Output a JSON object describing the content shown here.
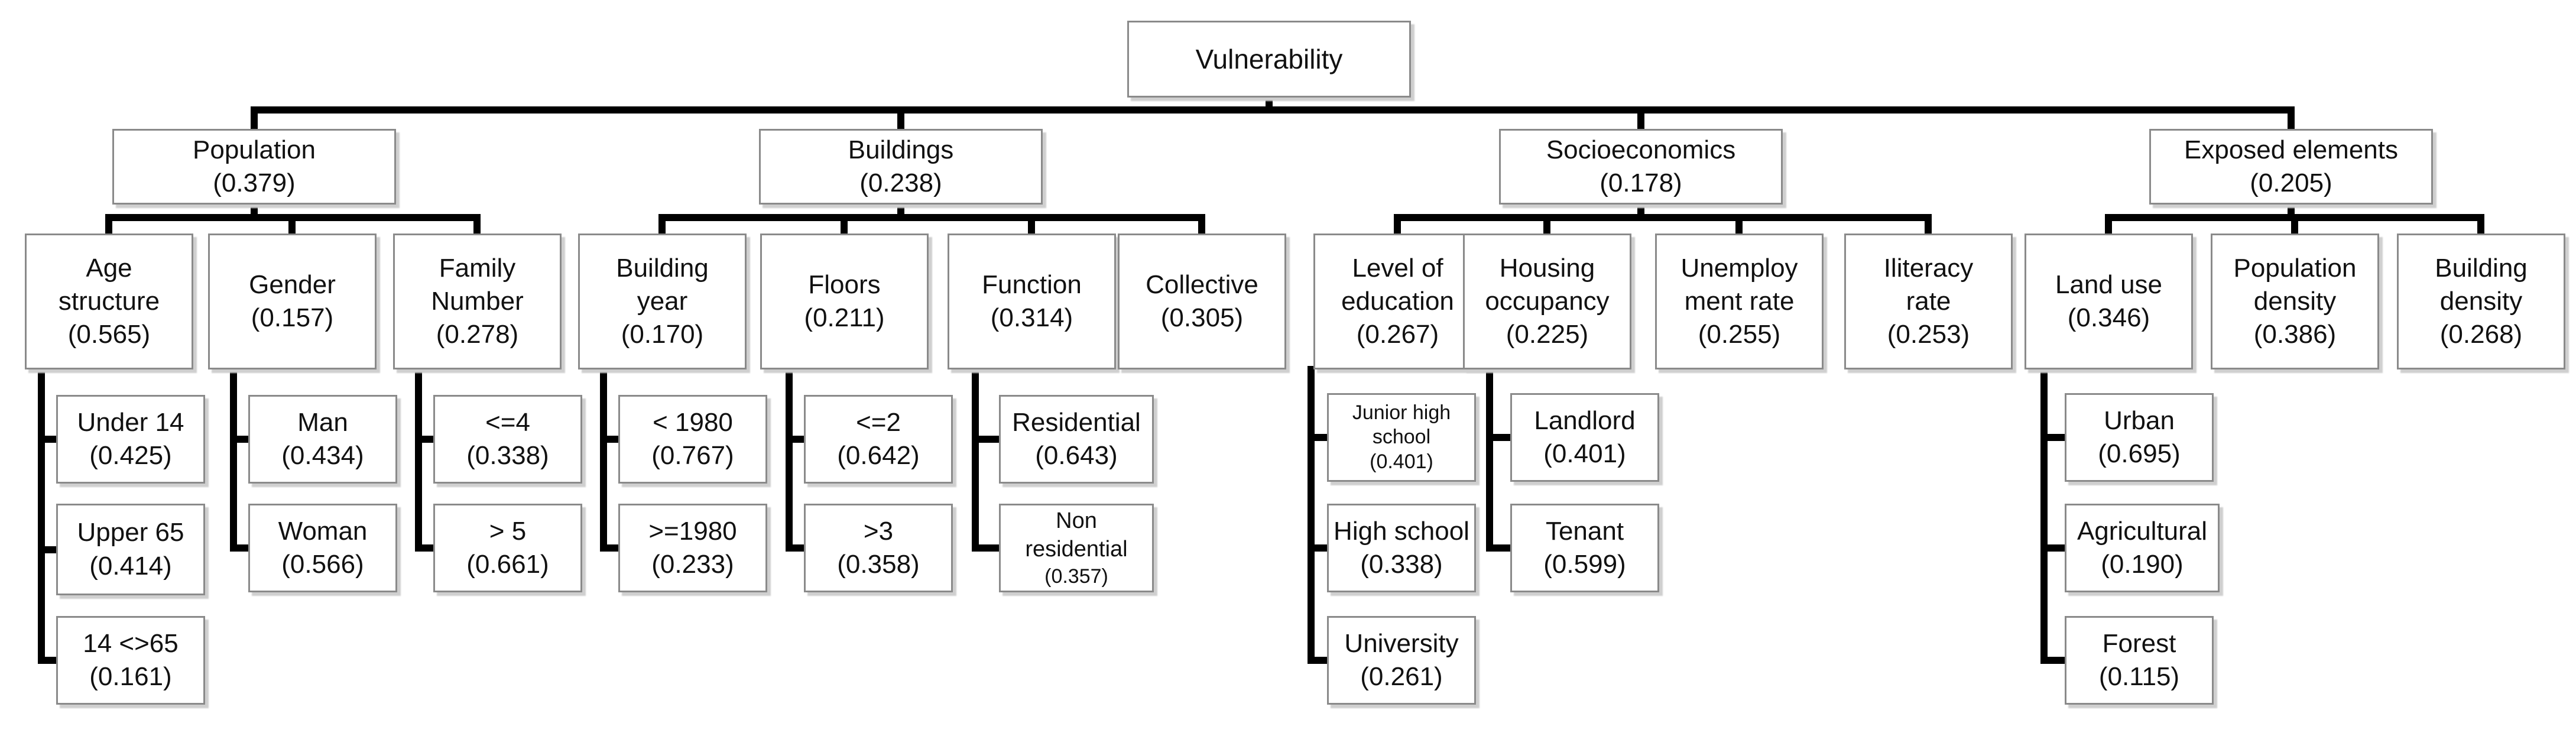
{
  "diagram": {
    "line_color": "#000000",
    "box_border_color": "#8a8a8a",
    "shadow_color": "#cfcfcf",
    "root": {
      "name": "Vulnerability",
      "weight": ""
    },
    "criteria": [
      {
        "name": "Population",
        "weight": "(0.379)"
      },
      {
        "name": "Buildings",
        "weight": "(0.238)"
      },
      {
        "name": "Socioeconomics",
        "weight": "(0.178)"
      },
      {
        "name": "Exposed elements",
        "weight": "(0.205)"
      }
    ],
    "subcriteria": [
      {
        "name": "Age\nstructure",
        "weight": "(0.565)"
      },
      {
        "name": "Gender",
        "weight": "(0.157)"
      },
      {
        "name": "Family\nNumber",
        "weight": "(0.278)"
      },
      {
        "name": "Building\nyear",
        "weight": "(0.170)"
      },
      {
        "name": "Floors",
        "weight": "(0.211)"
      },
      {
        "name": "Function",
        "weight": "(0.314)"
      },
      {
        "name": "Collective",
        "weight": "(0.305)"
      },
      {
        "name": "Level of\neducation",
        "weight": "(0.267)"
      },
      {
        "name": "Housing\noccupancy",
        "weight": "(0.225)"
      },
      {
        "name": "Unemploy\nment rate",
        "weight": "(0.255)"
      },
      {
        "name": "Iliteracy\nrate",
        "weight": "(0.253)"
      },
      {
        "name": "Land use",
        "weight": "(0.346)"
      },
      {
        "name": "Population\ndensity",
        "weight": "(0.386)"
      },
      {
        "name": "Building\ndensity",
        "weight": "(0.268)"
      }
    ],
    "classes": [
      {
        "name": "Under 14",
        "weight": "(0.425)"
      },
      {
        "name": "Upper 65",
        "weight": "(0.414)"
      },
      {
        "name": "14 <>65",
        "weight": "(0.161)"
      },
      {
        "name": "Man",
        "weight": "(0.434)"
      },
      {
        "name": "Woman",
        "weight": "(0.566)"
      },
      {
        "name": "<=4",
        "weight": "(0.338)"
      },
      {
        "name": "> 5",
        "weight": "(0.661)"
      },
      {
        "name": "< 1980",
        "weight": "(0.767)"
      },
      {
        "name": ">=1980",
        "weight": "(0.233)"
      },
      {
        "name": "<=2",
        "weight": "(0.642)"
      },
      {
        "name": ">3",
        "weight": "(0.358)"
      },
      {
        "name": "Residential",
        "weight": "(0.643)"
      },
      {
        "name": "Non\nresidential",
        "weight": "(0.357)"
      },
      {
        "name": "Junior high\nschool",
        "weight": "(0.401)"
      },
      {
        "name": "High school",
        "weight": "(0.338)"
      },
      {
        "name": "University",
        "weight": "(0.261)"
      },
      {
        "name": "Landlord",
        "weight": "(0.401)"
      },
      {
        "name": "Tenant",
        "weight": "(0.599)"
      },
      {
        "name": "Urban",
        "weight": "(0.695)"
      },
      {
        "name": "Agricultural",
        "weight": "(0.190)"
      },
      {
        "name": "Forest",
        "weight": "(0.115)"
      }
    ]
  }
}
